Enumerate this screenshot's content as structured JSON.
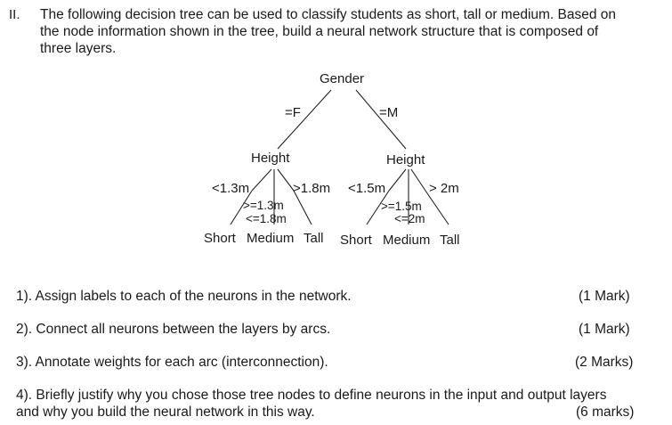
{
  "intro": {
    "number": "II.",
    "lines": [
      "The following decision tree can be used to classify students as short, tall or medium. Based on",
      "the node information shown in the tree, build a neural network structure that is composed of",
      "three layers."
    ]
  },
  "tree": {
    "root": "Gender",
    "edge_f": "=F",
    "edge_m": "=M",
    "left": {
      "node": "Height",
      "lt": "<1.3m",
      "gt": ">1.8m",
      "mid1": ">=1.3m",
      "mid2": "<=1.8m",
      "leaves": [
        "Short",
        "Medium",
        "Tall"
      ]
    },
    "right": {
      "node": "Height",
      "lt": "<1.5m",
      "gt": "> 2m",
      "mid1": ">=1.5m",
      "mid2": "<=2m",
      "leaves": [
        "Short",
        "Medium",
        "Tall"
      ]
    }
  },
  "questions": [
    {
      "text": "1). Assign labels to each of the neurons in the network.",
      "marks": "(1 Mark)"
    },
    {
      "text": "2). Connect all neurons between the layers by arcs.",
      "marks": "(1 Mark)"
    },
    {
      "text": "3). Annotate weights for each arc (interconnection).",
      "marks": "(2 Marks)"
    },
    {
      "text": "4). Briefly justify why you chose those tree nodes to define neurons in the input and output layers",
      "text2": "and why you build the neural network in this way.",
      "marks": "(6 marks)"
    }
  ]
}
